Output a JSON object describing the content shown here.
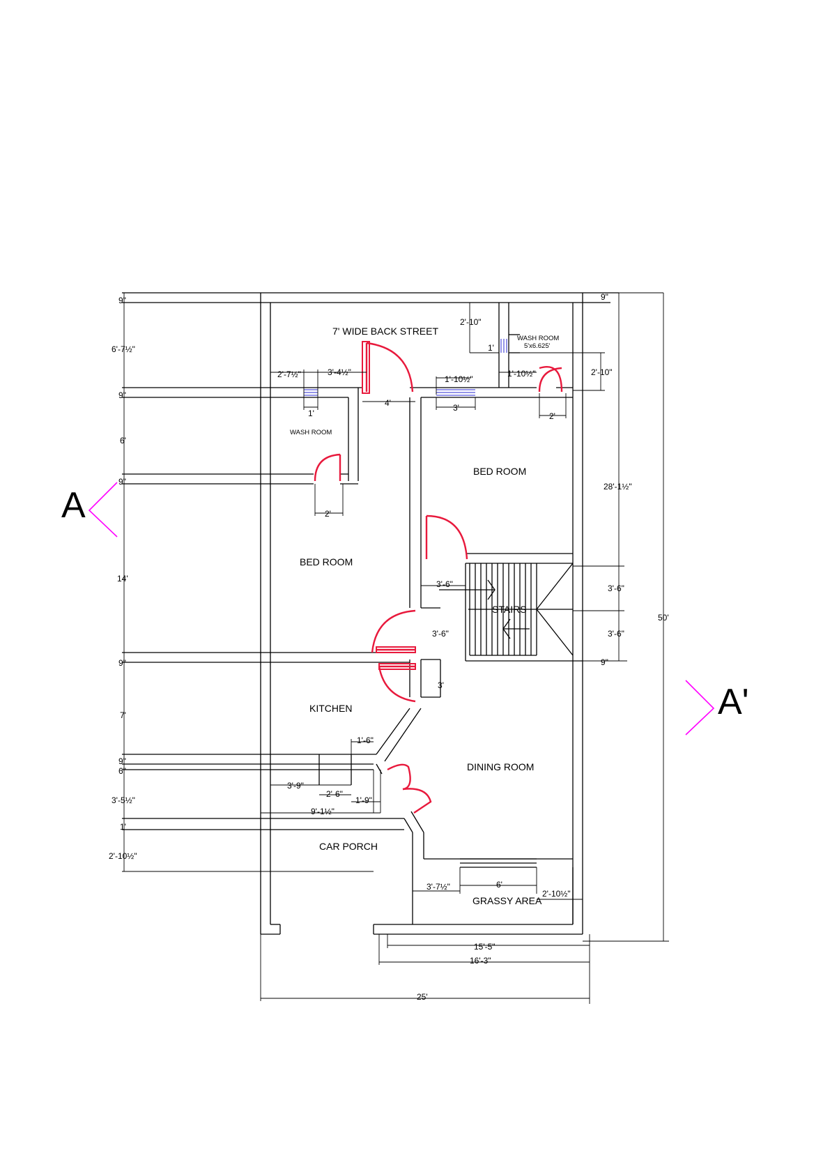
{
  "rooms": {
    "back_street": "7' WIDE BACK STREET",
    "wash_room_top": "WASH ROOM",
    "wash_room_top_size": "5'x6.625'",
    "wash_room_left": "WASH ROOM",
    "bed_room_right": "BED ROOM",
    "bed_room_left": "BED ROOM",
    "stairs": "STAIRS",
    "kitchen": "KITCHEN",
    "dining_room": "DINING ROOM",
    "car_porch": "CAR PORCH",
    "grassy_area": "GRASSY AREA"
  },
  "section": {
    "left": "A",
    "right": "A'"
  },
  "dims": {
    "left_9a": "9\"",
    "left_6_7h": "6'-7½\"",
    "left_9b": "9\"",
    "left_6": "6'",
    "left_9c": "9\"",
    "left_14": "14'",
    "left_9d": "9\"",
    "left_7": "7'",
    "left_9e": "9\"",
    "left_6in": "6\"",
    "left_3_5h": "3'-5½\"",
    "left_1": "1'",
    "left_2_10h": "2'-10½\"",
    "top_2_7h": "2'-7½\"",
    "top_3_4h": "3'-4½\"",
    "top_4": "4'",
    "top_1_10h_a": "1'-10½\"",
    "top_1_10h_b": "1'-10½\"",
    "top_2_10": "2'-10\"",
    "top_2_10_right": "2'-10\"",
    "top_1": "1'",
    "wash_1": "1'",
    "win_3": "3'",
    "door_2_a": "2'",
    "door_2_b": "2'",
    "right_9a": "9\"",
    "right_28_1h": "28'-1½\"",
    "right_3_6a": "3'-6\"",
    "right_3_6b": "3'-6\"",
    "right_9b": "9\"",
    "right_50": "50'",
    "mid_3_6a": "3'-6\"",
    "mid_3_6b": "3'-6\"",
    "mid_3": "3'",
    "k_1_6": "1'-6\"",
    "k_3_9": "3'-9\"",
    "k_2_6": "2'-6\"",
    "k_1_9": "1'-9\"",
    "k_9_1h": "9'-1½\"",
    "b_3_7h": "3'-7½\"",
    "b_6": "6'",
    "b_2_10h": "2'-10½\"",
    "b_15_5": "15'-5\"",
    "b_16_3": "16'-3\"",
    "b_25": "25'"
  }
}
